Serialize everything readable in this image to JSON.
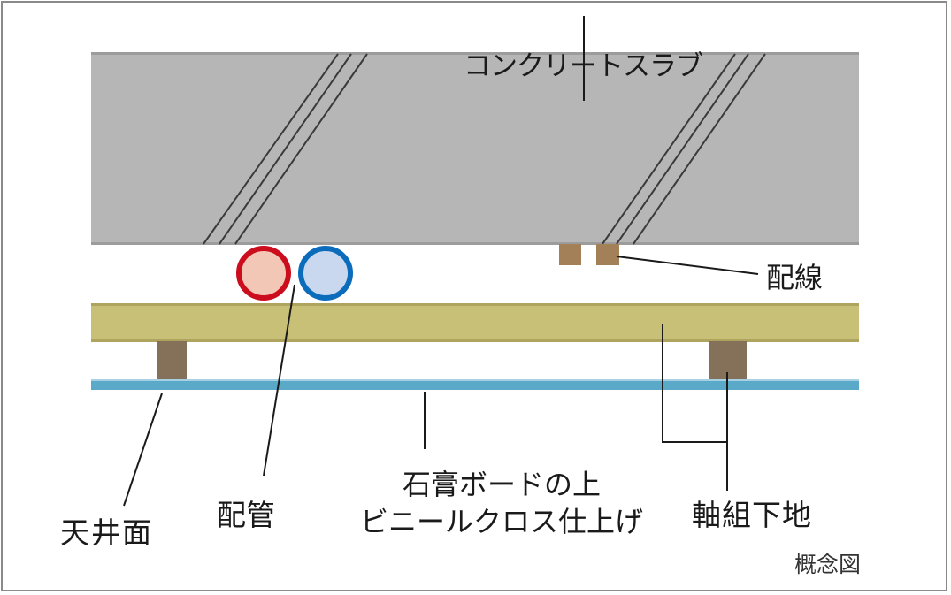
{
  "figure": {
    "type": "ceiling cross-section concept diagram",
    "note_label": "概念図"
  },
  "labels": {
    "concrete_slab": "コンクリートスラブ",
    "wiring": "配線",
    "ceiling_surface": "天井面",
    "piping": "配管",
    "board_line1": "石膏ボードの上",
    "board_line2": "ビニールクロス仕上げ",
    "framing_base": "軸組下地"
  },
  "colors": {
    "slab": "#b6b6b6",
    "slab_edge": "#9c9c9c",
    "hatch": "#3a3a3a",
    "hot_pipe_stroke": "#cc0d1e",
    "hot_pipe_fill": "#f2c7b5",
    "cold_pipe_stroke": "#0a6cba",
    "cold_pipe_fill": "#c9d8ee",
    "wire": "#a38058",
    "joist": "#c8c076",
    "joist_edge": "#aea45e",
    "furring": "#85705a",
    "board": "#5ba9c9",
    "leader": "#1a1a1a"
  }
}
